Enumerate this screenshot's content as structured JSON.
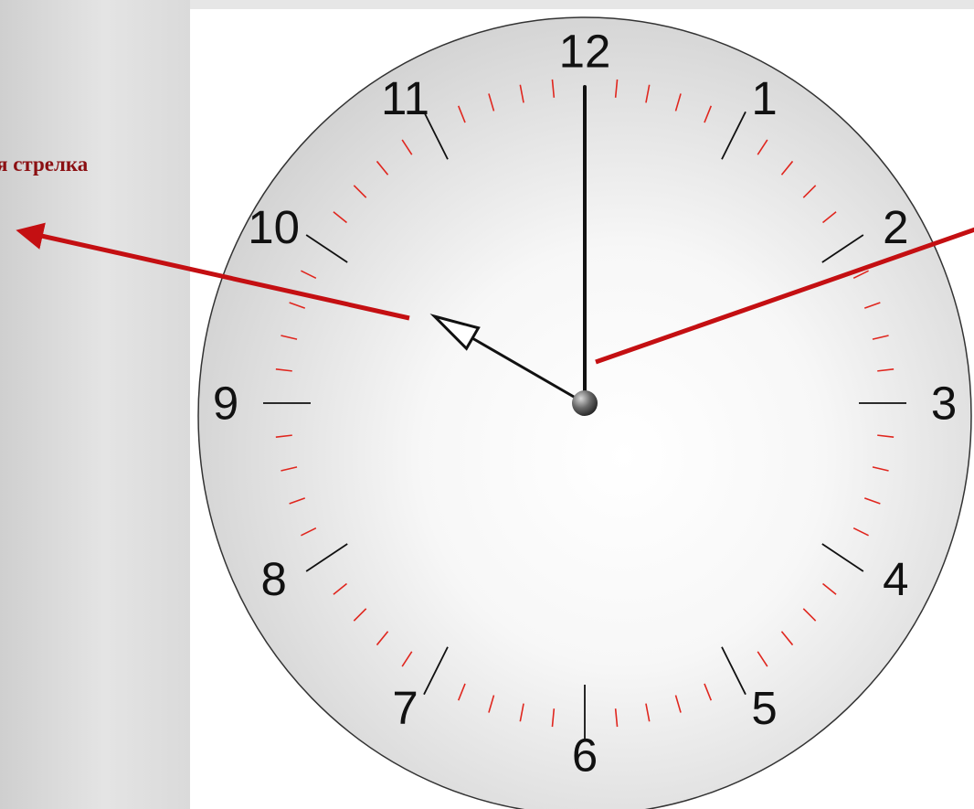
{
  "annotations": {
    "hour_hand_label": "я стрелка",
    "arrow_color": "#c40f12",
    "label_color": "#8b0f12"
  },
  "clock": {
    "numerals": [
      "12",
      "1",
      "2",
      "3",
      "4",
      "5",
      "6",
      "7",
      "8",
      "9",
      "10",
      "11"
    ],
    "time_shown": "10:00",
    "hour_hand_position_hours": 10,
    "minute_hand_position_minutes": 0,
    "face_color": "#d6d6d6",
    "major_tick_color": "#111111",
    "minor_tick_color": "#e0261e"
  }
}
